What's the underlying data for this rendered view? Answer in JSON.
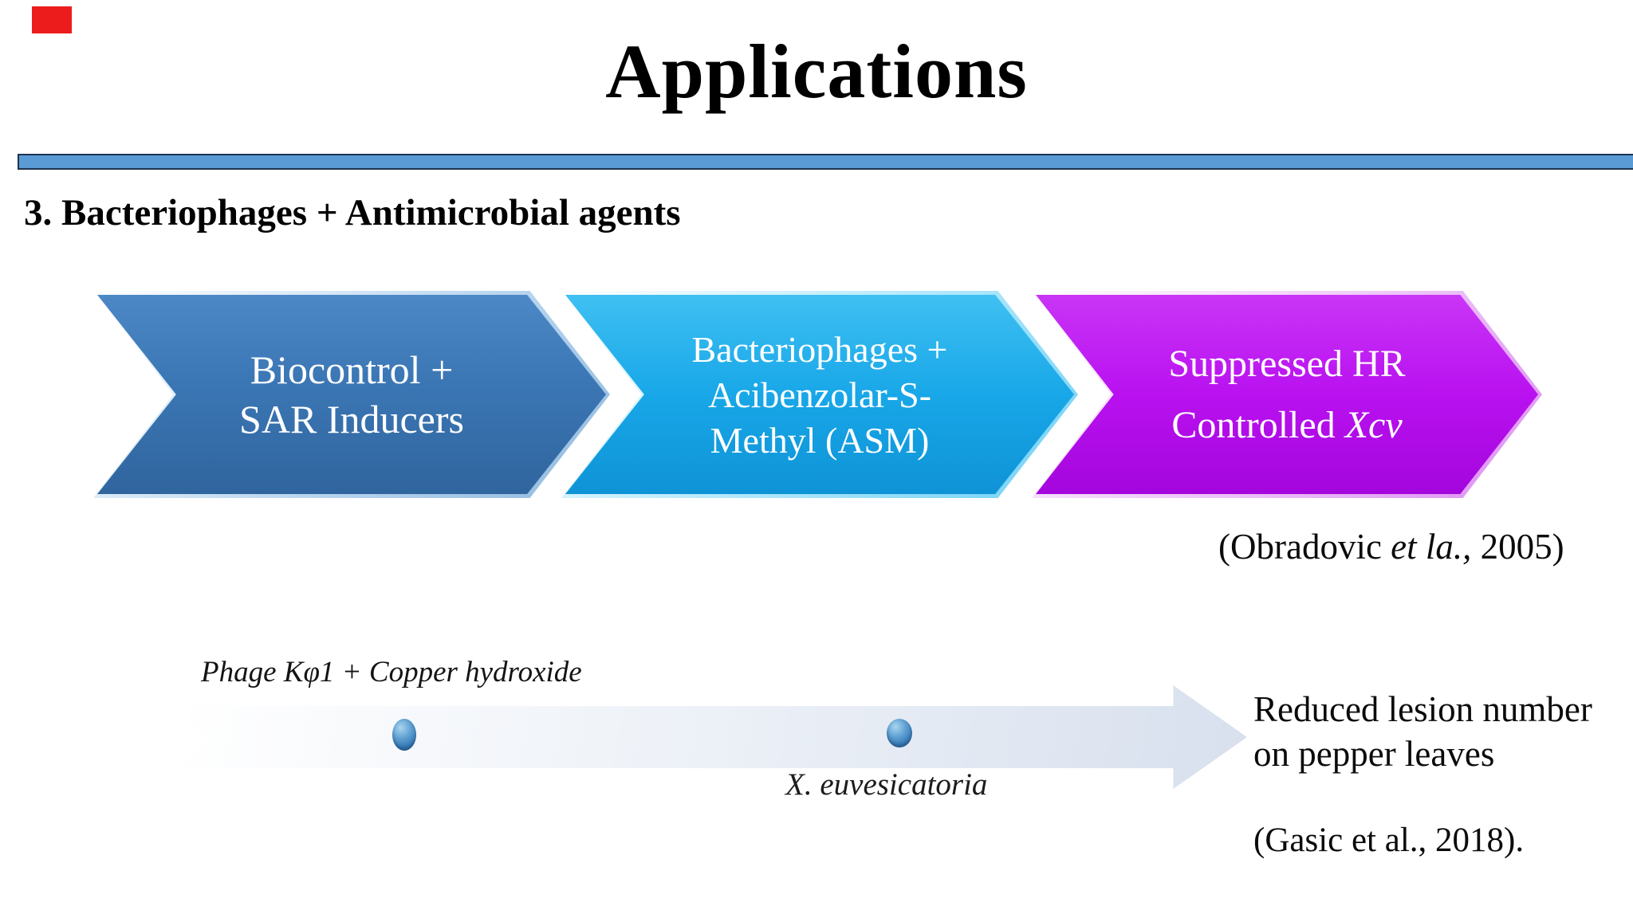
{
  "slide": {
    "title": "Applications",
    "heading": "3. Bacteriophages + Antimicrobial agents",
    "accent_colors": {
      "divider_fill": "#5b9bd5",
      "divider_border": "#1e3450",
      "corner_marker": "#ec1c1c"
    }
  },
  "process": {
    "arrows": [
      {
        "id": "biocontrol-sar",
        "fill": "#3b76b4",
        "lines": [
          "Biocontrol +",
          "SAR Inducers"
        ]
      },
      {
        "id": "phage-asm",
        "fill": "#18a7e8",
        "lines": [
          "Bacteriophages +",
          "Acibenzolar-S-",
          "Methyl (ASM)"
        ]
      },
      {
        "id": "suppressed-hr",
        "fill": "#b911f0",
        "line1": "Suppressed HR",
        "line2_prefix": "Controlled ",
        "line2_italic": "Xcv"
      }
    ],
    "citation": {
      "prefix": "(Obradovic ",
      "italic": "et la.,",
      "suffix": " 2005)"
    }
  },
  "experiment": {
    "treatment_label": "Phage Kφ1 + Copper hydroxide",
    "pathogen_label": "X. euvesicatoria",
    "result_line1": "Reduced lesion number",
    "result_line2": "on pepper leaves",
    "citation": "(Gasic et al., 2018)."
  }
}
